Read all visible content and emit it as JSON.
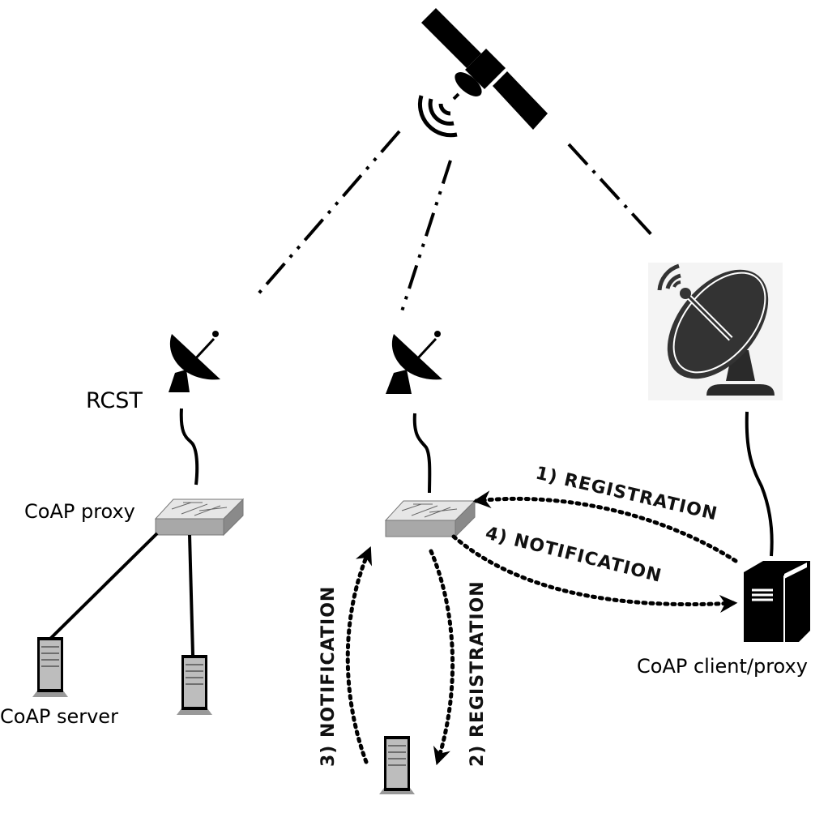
{
  "labels": {
    "rcst": "RCST",
    "coap_proxy": "CoAP proxy",
    "coap_server": "CoAP server",
    "coap_client_proxy": "CoAP client/proxy"
  },
  "flows": {
    "step1": "1) REGISTRATION",
    "step2": "2) REGISTRATION",
    "step3": "3) NOTIFICATION",
    "step4": "4) NOTIFICATION"
  },
  "icons": [
    "satellite-icon",
    "dish-antenna-icon",
    "large-dish-antenna-icon",
    "network-switch-icon",
    "server-tower-icon",
    "client-computer-icon"
  ]
}
